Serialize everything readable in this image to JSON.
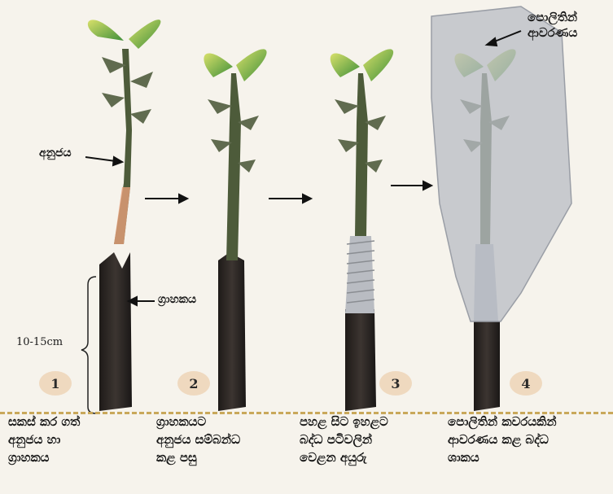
{
  "labels": {
    "scion": "අනුජය",
    "rootstock": "ග්‍රාහකය",
    "polythene": "පොලිතින්\nආවරණය",
    "measure": "10-15cm"
  },
  "steps": [
    {
      "num": "1",
      "caption": "සකස් කර ගත්\nඅනුජය හා\nග්‍රාහකය"
    },
    {
      "num": "2",
      "caption": "ග්‍රාහකයට\nඅනුජය සම්බන්ධ\nකළ පසු"
    },
    {
      "num": "3",
      "caption": "පහළ සිට ඉහළට\nබද්ධ පටිවලින්\nවෙළන අයුරු"
    },
    {
      "num": "4",
      "caption": "පොලිතින් කවරයකින්\nආවරණය කළ බද්ධ\nශාකය"
    }
  ],
  "colors": {
    "leaf": "#8fc43a",
    "stem": "#4a5a3c",
    "rootstock": "#2b2623",
    "tape": "#b9bcc2",
    "bag": "#b8bcc4"
  }
}
